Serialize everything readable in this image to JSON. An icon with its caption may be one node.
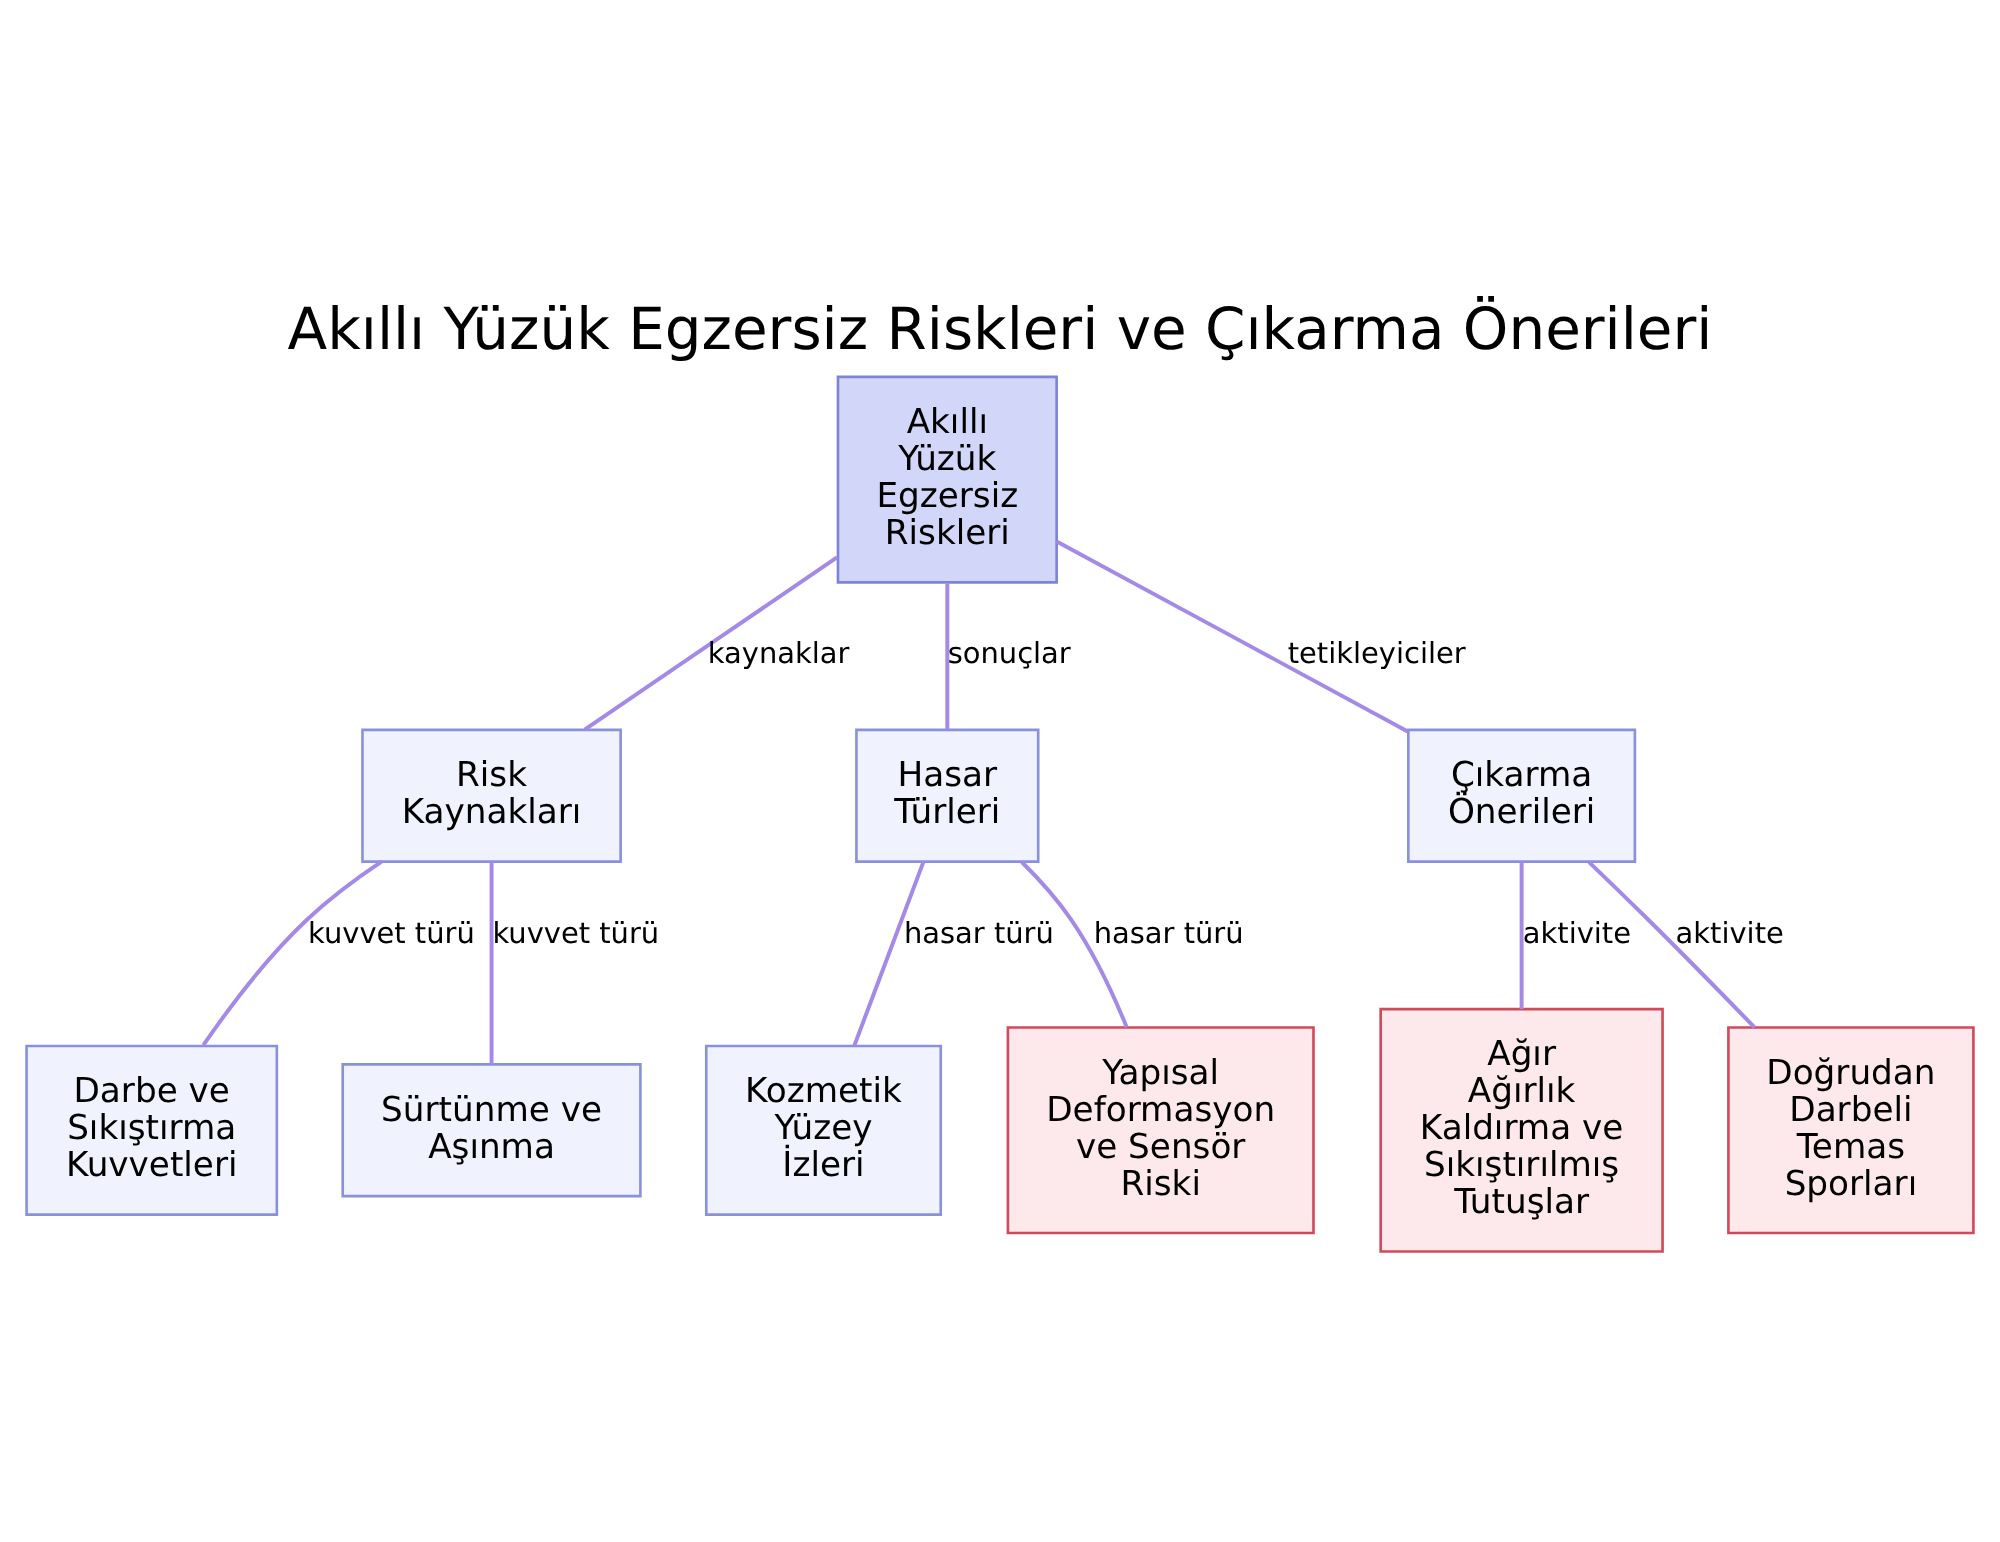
{
  "diagram": {
    "title": "Akıllı Yüzük Egzersiz Riskleri ve Çıkarma Önerileri",
    "nodes": [
      {
        "text": [
          "Akıllı Yüzük Egzersiz Riskleri"
        ]
      },
      {
        "text": [
          "Risk Kaynakları"
        ]
      },
      {
        "text": [
          "Hasar Türleri"
        ]
      },
      {
        "text": [
          "Çıkarma Önerileri"
        ]
      },
      {
        "text": [
          "Darbe ve Sıkıştırma Kuvvetleri"
        ]
      },
      {
        "text": [
          "Sürtünme ve Aşınma"
        ]
      },
      {
        "text": [
          "Kozmetik Yüzey İzleri"
        ]
      },
      {
        "text": [
          "Yapısal Deformasyon ve Sensör Riski"
        ]
      },
      {
        "text": [
          "Ağır Ağırlık Kaldırma ve Sıkıştırılmış Tutuşlar"
        ]
      },
      {
        "text": [
          "Doğrudan Darbeli Temas Sporları"
        ]
      }
    ],
    "edges": [
      {
        "from": 0,
        "to": 1,
        "arrow": "none",
        "label": "kaynaklar"
      },
      {
        "from": 0,
        "to": 2,
        "arrow": "none",
        "label": "sonuçlar"
      },
      {
        "from": 0,
        "to": 3,
        "arrow": "none",
        "label": "tetikleyiciler"
      },
      {
        "from": 1,
        "to": 4,
        "arrow": "none",
        "label": "kuvvet türü"
      },
      {
        "from": 1,
        "to": 5,
        "arrow": "none",
        "label": "kuvvet türü"
      },
      {
        "from": 2,
        "to": 6,
        "arrow": "none",
        "label": "hasar türü"
      },
      {
        "from": 2,
        "to": 7,
        "arrow": "none",
        "label": "hasar türü"
      },
      {
        "from": 3,
        "to": 8,
        "arrow": "none",
        "label": "aktivite"
      },
      {
        "from": 3,
        "to": 9,
        "arrow": "none",
        "label": "aktivite"
      }
    ]
  }
}
